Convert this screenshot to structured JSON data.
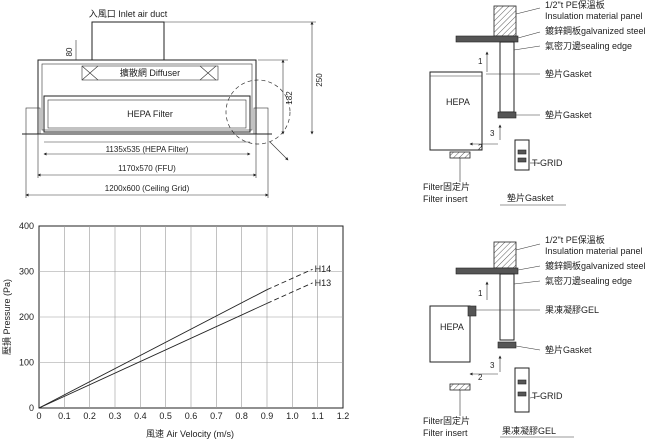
{
  "top_diagram": {
    "inlet_duct": "入風口 Inlet air duct",
    "diffuser": "擴散網 Diffuser",
    "hepa_filter": "HEPA Filter",
    "dim_80": "80",
    "dim_182": "182",
    "dim_250": "250",
    "dim_hepa": "1135x535 (HEPA Filter)",
    "dim_ffu": "1170x570 (FFU)",
    "dim_grid": "1200x600 (Ceiling Grid)"
  },
  "detail_gasket": {
    "insulation_cn": "1/2\"t PE保溫板",
    "insulation_en": "Insulation material panel",
    "steel": "鍍鋅鋼板galvanized steel",
    "sealing": "氣密刀邊sealing edge",
    "gasket_top": "墊片Gasket",
    "hepa": "HEPA",
    "gasket_mid": "墊片Gasket",
    "step1": "1",
    "step2": "2",
    "step3": "3",
    "tgrid": "T-GRID",
    "filter_cn": "Filter固定片",
    "filter_en": "Filter insert",
    "title": "墊片Gasket"
  },
  "detail_gel": {
    "insulation_cn": "1/2\"t PE保溫板",
    "insulation_en": "Insulation material panel",
    "steel": "鍍鋅鋼板galvanized steel",
    "sealing": "氣密刀邊sealing edge",
    "gel": "果凍凝膠GEL",
    "hepa": "HEPA",
    "gasket": "墊片Gasket",
    "step1": "1",
    "step2": "2",
    "step3": "3",
    "tgrid": "T-GRID",
    "filter_cn": "Filter固定片",
    "filter_en": "Filter insert",
    "title": "果凍凝膠GEL"
  },
  "chart_data": {
    "type": "line",
    "xlabel": "風速  Air Velocity (m/s)",
    "ylabel": "壓損 Pressure (Pa)",
    "xlim": [
      0,
      1.2
    ],
    "ylim": [
      0,
      400
    ],
    "xticks": [
      "0",
      "0.1",
      "0.2",
      "0.3",
      "0.4",
      "0.5",
      "0.6",
      "0.7",
      "0.8",
      "0.9",
      "1.0",
      "1.1",
      "1.2"
    ],
    "yticks": [
      "0",
      "100",
      "200",
      "300",
      "400"
    ],
    "grid": true,
    "series": [
      {
        "name": "H14",
        "x": [
          0,
          0.9
        ],
        "y": [
          0,
          260
        ],
        "x_dashed": [
          0.9,
          1.08
        ],
        "y_dashed": [
          260,
          305
        ]
      },
      {
        "name": "H13",
        "x": [
          0,
          0.9
        ],
        "y": [
          0,
          230
        ],
        "x_dashed": [
          0.9,
          1.08
        ],
        "y_dashed": [
          230,
          275
        ]
      }
    ]
  }
}
